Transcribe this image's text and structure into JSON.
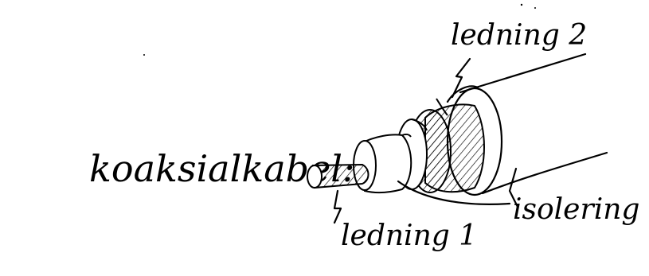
{
  "labels": {
    "main": "koaksialkabel:",
    "wire2": "ledning 2",
    "insulation": "isolering",
    "wire1": "ledning 1"
  },
  "colors": {
    "ink": "#000000",
    "paper": "#ffffff"
  }
}
